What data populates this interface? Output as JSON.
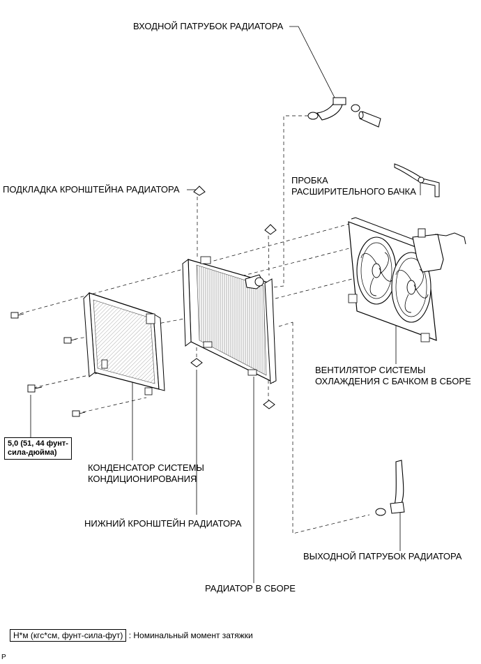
{
  "labels": {
    "inlet_hose": "ВХОДНОЙ ПАТРУБОК РАДИАТОРА",
    "reservoir_cap_line1": "ПРОБКА",
    "reservoir_cap_line2": "РАСШИРИТЕЛЬНОГО БАЧКА",
    "bracket_cushion": "ПОДКЛАДКА КРОНШТЕЙНА РАДИАТОРА",
    "fan_line1": "ВЕНТИЛЯТОР СИСТЕМЫ",
    "fan_line2": "ОХЛАЖДЕНИЯ С БАЧКОМ В СБОРЕ",
    "condenser_line1": "КОНДЕНСАТОР СИСТЕМЫ",
    "condenser_line2": "КОНДИЦИОНИРОВАНИЯ",
    "lower_bracket": "НИЖНИЙ КРОНШТЕЙН РАДИАТОРА",
    "outlet_hose": "ВЫХОДНОЙ ПАТРУБОК РАДИАТОРА",
    "radiator": "РАДИАТОР В СБОРЕ"
  },
  "torque": {
    "line1": "5,0 (51, 44 фунт-",
    "line2": "сила-дюйма)"
  },
  "legend": {
    "box": "Н*м (кгс*см, фунт-сила-фут)",
    "text": ": Номинальный момент затяжки"
  },
  "corner_mark": "P"
}
